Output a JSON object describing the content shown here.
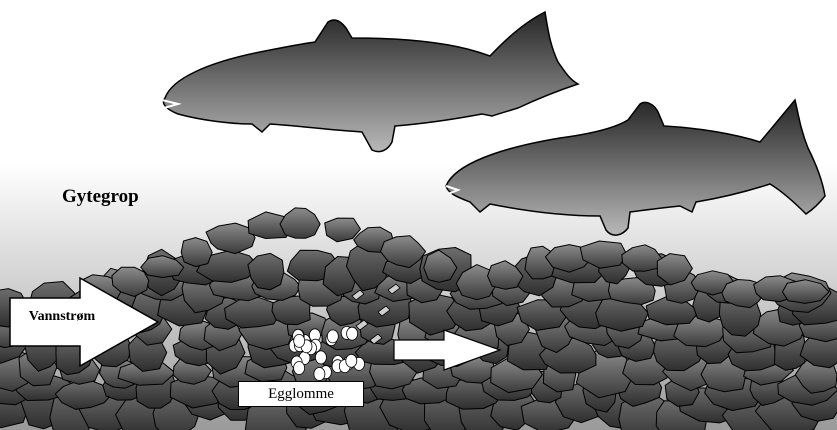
{
  "labels": {
    "gytegrop": "Gytegrop",
    "vannstrom": "Vannstrøm",
    "egglomme": "Egglomme"
  },
  "colors": {
    "stone_dark": "#3a3a3a",
    "stone_mid": "#5a5a5a",
    "stone_light": "#8c8c8c",
    "fish_dark": "#262626",
    "fish_light": "#b8b8b8",
    "background_bottom": "#9a9a9a",
    "outline": "#000000",
    "arrow_fill": "#ffffff"
  },
  "icons": [
    "salmon-fish-icon",
    "stone-icon",
    "egg-icon",
    "water-flow-arrow-icon"
  ]
}
